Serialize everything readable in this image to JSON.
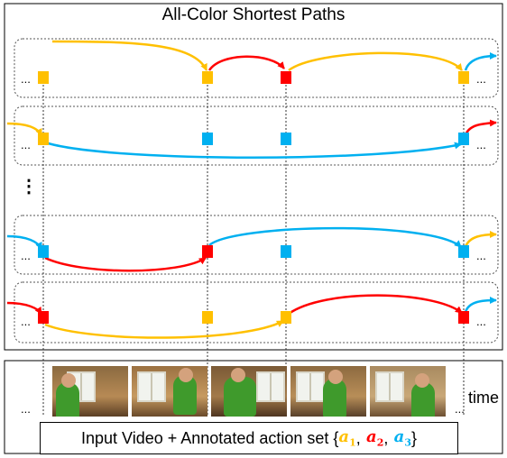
{
  "title": "All-Color Shortest Paths",
  "colors": {
    "a1": "#ffc000",
    "a2": "#ff0000",
    "a3": "#00b0f0",
    "border": "#000000"
  },
  "ellipsis": "...",
  "vertical_dots": "⋮",
  "time_label": "time",
  "caption": {
    "prefix": "Input Video + Annotated action set {",
    "a1": "a",
    "a1_sub": "1",
    "a2": "a",
    "a2_sub": "2",
    "a3": "a",
    "a3_sub": "3",
    "sep": ",",
    "suffix": "}"
  },
  "paths": [
    {
      "id": "path-1",
      "node_colors": [
        "a1",
        "a1",
        "a2",
        "a1"
      ],
      "start_color": "a1",
      "end_color": "a3"
    },
    {
      "id": "path-2",
      "node_colors": [
        "a1",
        "a3",
        "a3",
        "a3"
      ],
      "start_color": "a1",
      "end_color": "a2"
    },
    {
      "id": "path-3",
      "node_colors": [
        "a3",
        "a2",
        "a3",
        "a3"
      ],
      "start_color": "a3",
      "end_color": "a1"
    },
    {
      "id": "path-4",
      "node_colors": [
        "a2",
        "a1",
        "a1",
        "a2"
      ],
      "start_color": "a2",
      "end_color": "a3"
    }
  ],
  "video_frames": [
    "frame-1",
    "frame-2",
    "frame-3",
    "frame-4",
    "frame-5"
  ]
}
